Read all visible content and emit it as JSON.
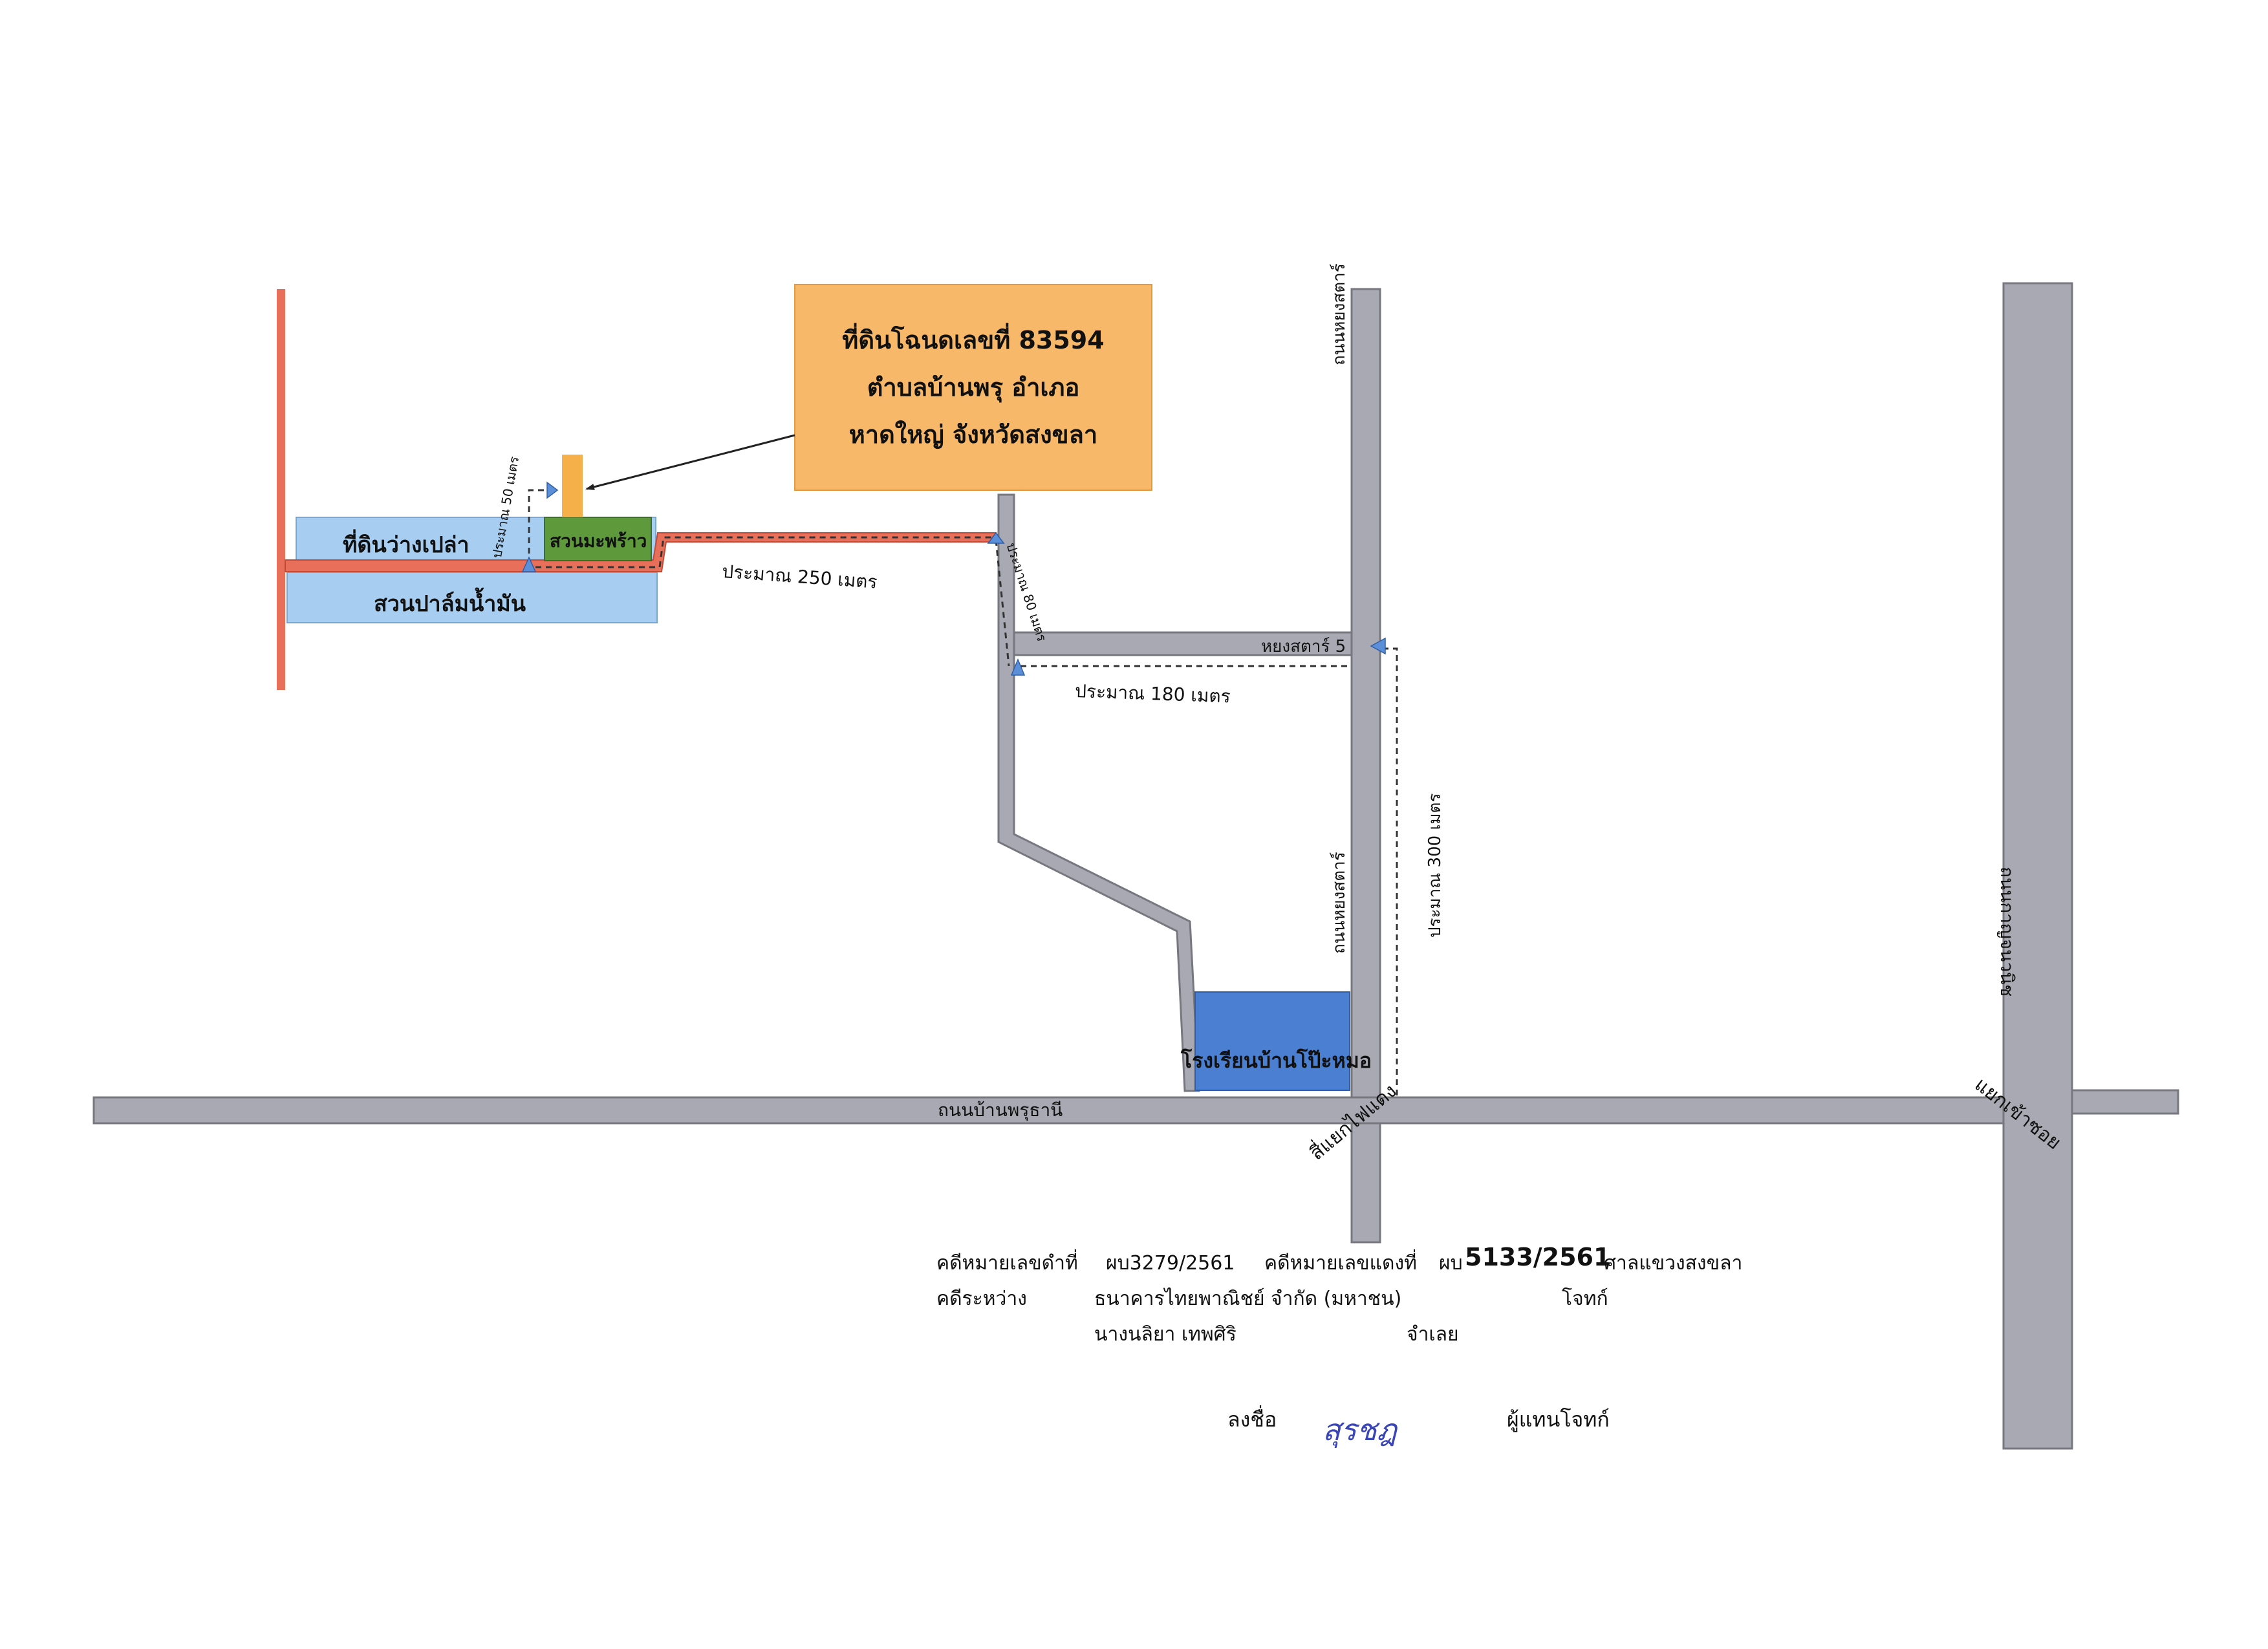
{
  "title_box": {
    "line1": "ที่ดินโฉนดเลขที่ 83594",
    "line2": "ตำบลบ้านพรุ  อำเภอ",
    "line3": "หาดใหญ่  จังหวัดสงขลา",
    "fill": "#f7b86a"
  },
  "areas": {
    "empty_land": "ที่ดินว่างเปล่า",
    "palm_garden": "สวนปาล์มน้ำมัน",
    "coconut_garden": "สวนมะพร้าว",
    "school": "โรงเรียนบ้านโป๊ะหมอ"
  },
  "roads": {
    "hong_star_north": "ถนนหยงสตาร์",
    "hong_star_south": "ถนนหยงสตาร์",
    "hong_star_5": "หยงสตาร์ 5",
    "ban_phru_thani": "ถนนบ้านพรุธานี",
    "kanchanavanich": "ถนนกาญจนวนิช",
    "traffic_light": "สี่แยกไฟแดง",
    "junction": "แยกเข้าซอย"
  },
  "distances": {
    "d50": "ประมาณ 50 เมตร",
    "d250": "ประมาณ 250 เมตร",
    "d80": "ประมาณ 80 เมตร",
    "d180": "ประมาณ 180 เมตร",
    "d300": "ประมาณ 300 เมตร"
  },
  "case_info": {
    "black_case_label": "คดีหมายเลขดำที่",
    "black_case_no": "ผบ3279/2561",
    "red_case_label": "คดีหมายเลขแดงที่",
    "red_case_prefix": "ผบ",
    "red_case_no": "5133/2561",
    "court": "ศาลแขวงสงขลา",
    "between_label": "คดีระหว่าง",
    "plaintiff": "ธนาคารไทยพาณิชย์ จำกัด (มหาชน)",
    "plaintiff_role": "โจทก์",
    "defendant": "นางนลิยา เทพศิริ",
    "defendant_role": "จำเลย",
    "sign_label": "ลงชื่อ",
    "signature": "สุรชฎ",
    "signer_role": "ผู้แทนโจทก์"
  },
  "colors": {
    "road_gray": "#a9a9b3",
    "road_edge": "#77777f",
    "access_red": "#e8705a",
    "area_blue": "#a7cdf0",
    "coconut_green": "#5e9a3b",
    "school_blue": "#4a7fd2",
    "arrow_blue": "#5b8fd8",
    "marker_orange": "#f5b04a"
  }
}
